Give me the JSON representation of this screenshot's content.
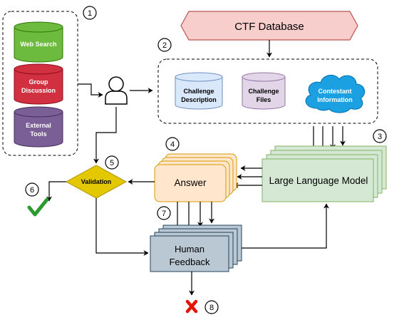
{
  "title": "CTF Database",
  "step_numbers": [
    "1",
    "2",
    "3",
    "4",
    "5",
    "6",
    "7",
    "8"
  ],
  "tools": {
    "web_search": "Web Search",
    "group_discussion": [
      "Group",
      "Discussion"
    ],
    "external_tools": [
      "External",
      "Tools"
    ]
  },
  "inputs": {
    "challenge_description": [
      "Challenge",
      "Description"
    ],
    "challenge_files": [
      "Challenge",
      "Files"
    ],
    "contestant_information": [
      "Contestant",
      "Information"
    ]
  },
  "llm_label": "Large Language Model",
  "answer_label": "Answer",
  "validation_label": "Validation",
  "human_feedback_label": [
    "Human",
    "Feedback"
  ],
  "icons": {
    "success": "check-icon",
    "failure": "cross-icon",
    "user": "user-icon"
  },
  "colors": {
    "web_search": "#6dbb3e",
    "group_discussion": "#d0303f",
    "external_tools": "#7a5e96",
    "challenge_description": "#dae8fc",
    "challenge_files": "#e1d5e7",
    "contestant_information": "#1ba1e2",
    "ctf_database": "#f8cecc",
    "llm": "#d5e8d4",
    "answer": "#ffe6cc",
    "validation": "#e3c800",
    "human_feedback": "#bac8d3",
    "check": "#2d9a2d",
    "cross": "#e51400"
  }
}
